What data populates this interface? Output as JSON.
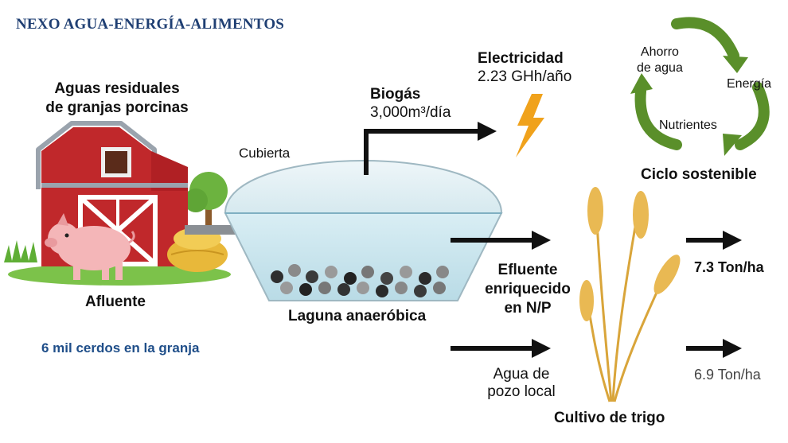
{
  "title": "NEXO AGUA-ENERGÍA-ALIMENTOS",
  "farm": {
    "heading_line1": "Aguas residuales",
    "heading_line2": "de granjas porcinas",
    "afluente_label": "Afluente",
    "pigs_note": "6 mil cerdos en la granja"
  },
  "lagoon": {
    "cover_label": "Cubierta",
    "name": "Laguna anaeróbica"
  },
  "biogas": {
    "label": "Biogás",
    "value": "3,000m³/día"
  },
  "electricity": {
    "label": "Electricidad",
    "value": "2.23 GHh/año"
  },
  "effluent": {
    "line1": "Efluente",
    "line2": "enriquecido",
    "line3": "en N/P"
  },
  "groundwater": {
    "line1": "Agua de",
    "line2": "pozo local"
  },
  "wheat": {
    "label": "Cultivo de trigo"
  },
  "yields": {
    "effluent": "7.3 Ton/ha",
    "groundwater": "6.9 Ton/ha"
  },
  "cycle": {
    "title": "Ciclo sostenible",
    "water_line1": "Ahorro",
    "water_line2": "de agua",
    "energy": "Energía",
    "nutrients": "Nutrientes"
  },
  "colors": {
    "title_blue": "#1f3f73",
    "barn_red": "#c0282b",
    "cycle_green": "#5a8f2a",
    "lightning": "#f0a21c",
    "lagoon_water": "#cfe8f0"
  },
  "icons": [
    "barn-icon",
    "pig-icon",
    "hay-icon",
    "tree-icon",
    "lightning-icon",
    "wheat-icon",
    "cycle-arrows-icon"
  ]
}
